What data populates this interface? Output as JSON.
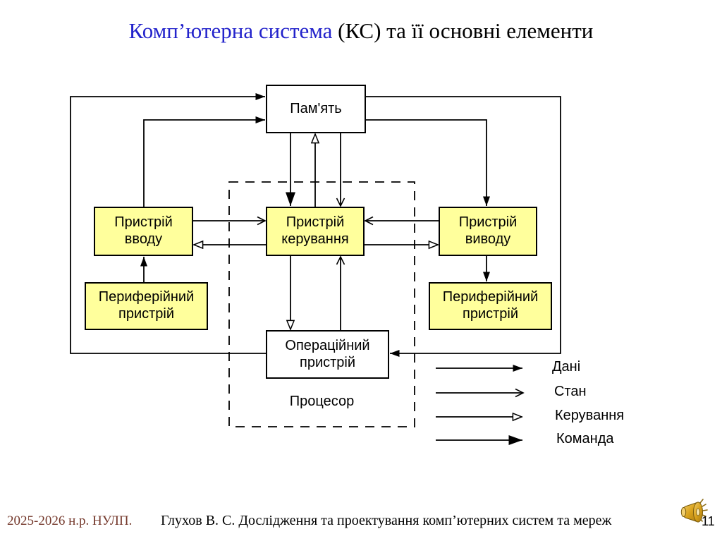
{
  "slide": {
    "title": {
      "highlight": "Комп’ютерна система",
      "rest": " (КС) та її основні елементи"
    }
  },
  "diagram": {
    "boxes": {
      "memory": "Пам'ять",
      "input_device": "Пристрій вводу",
      "control_device": "Пристрій керування",
      "output_device": "Пристрій виводу",
      "peripheral_left": "Периферійний пристрій",
      "peripheral_right": "Периферійний пристрій",
      "operational_device": "Операційний пристрій"
    },
    "processor_label": "Процесор"
  },
  "legend": {
    "items": [
      {
        "label": "Дані",
        "arrow_style": "filled-triangle"
      },
      {
        "label": "Стан",
        "arrow_style": "open-chevron"
      },
      {
        "label": "Керування",
        "arrow_style": "hollow-triangle"
      },
      {
        "label": "Команда",
        "arrow_style": "large-filled-triangle"
      }
    ]
  },
  "footer": {
    "year_label": "2025-2026 н.р. НУЛП.",
    "course_label": "Глухов В. С. Дослідження та проектування комп’ютерних систем та мереж",
    "page_number": "11"
  },
  "colors": {
    "title_highlight": "#2323cb",
    "box_fill_yellow": "#ffff9c",
    "box_fill_white": "#ffffff",
    "diagram_line": "#000000",
    "footer_year_text": "#74382b",
    "speaker_gold": "#d9a21b"
  }
}
